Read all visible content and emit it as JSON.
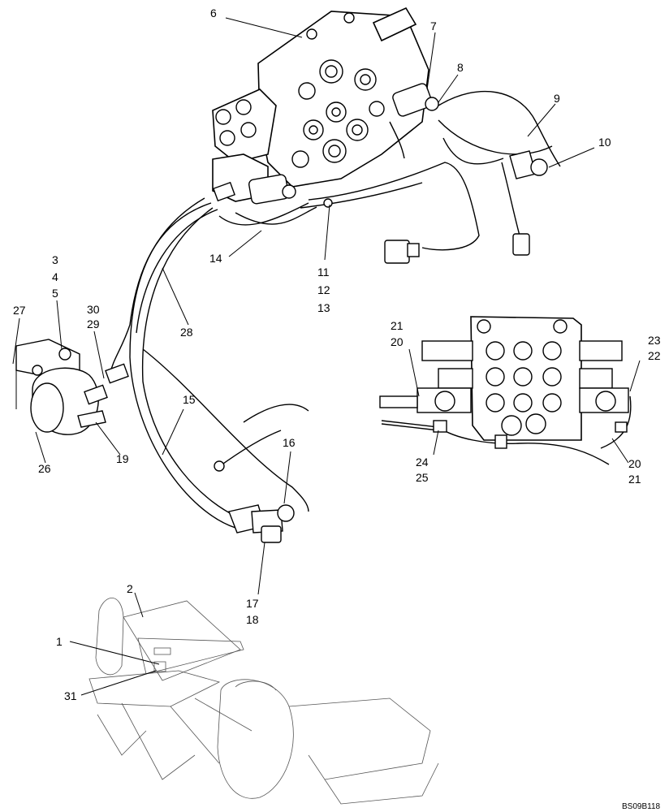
{
  "diagram": {
    "code": "BS09B118",
    "callouts": [
      {
        "id": "c1",
        "text": "1"
      },
      {
        "id": "c2",
        "text": "2"
      },
      {
        "id": "c3",
        "text": "3"
      },
      {
        "id": "c4",
        "text": "4"
      },
      {
        "id": "c5",
        "text": "5"
      },
      {
        "id": "c6",
        "text": "6"
      },
      {
        "id": "c7",
        "text": "7"
      },
      {
        "id": "c8",
        "text": "8"
      },
      {
        "id": "c9",
        "text": "9"
      },
      {
        "id": "c10",
        "text": "10"
      },
      {
        "id": "c11",
        "text": "11"
      },
      {
        "id": "c12",
        "text": "12"
      },
      {
        "id": "c13",
        "text": "13"
      },
      {
        "id": "c14",
        "text": "14"
      },
      {
        "id": "c15",
        "text": "15"
      },
      {
        "id": "c16",
        "text": "16"
      },
      {
        "id": "c17",
        "text": "17"
      },
      {
        "id": "c18",
        "text": "18"
      },
      {
        "id": "c19",
        "text": "19"
      },
      {
        "id": "c20a",
        "text": "20"
      },
      {
        "id": "c21a",
        "text": "21"
      },
      {
        "id": "c20b",
        "text": "20"
      },
      {
        "id": "c21b",
        "text": "21"
      },
      {
        "id": "c22",
        "text": "22"
      },
      {
        "id": "c23",
        "text": "23"
      },
      {
        "id": "c24",
        "text": "24"
      },
      {
        "id": "c25",
        "text": "25"
      },
      {
        "id": "c26",
        "text": "26"
      },
      {
        "id": "c27",
        "text": "27"
      },
      {
        "id": "c28",
        "text": "28"
      },
      {
        "id": "c29",
        "text": "29"
      },
      {
        "id": "c30",
        "text": "30"
      },
      {
        "id": "c31",
        "text": "31"
      }
    ]
  }
}
